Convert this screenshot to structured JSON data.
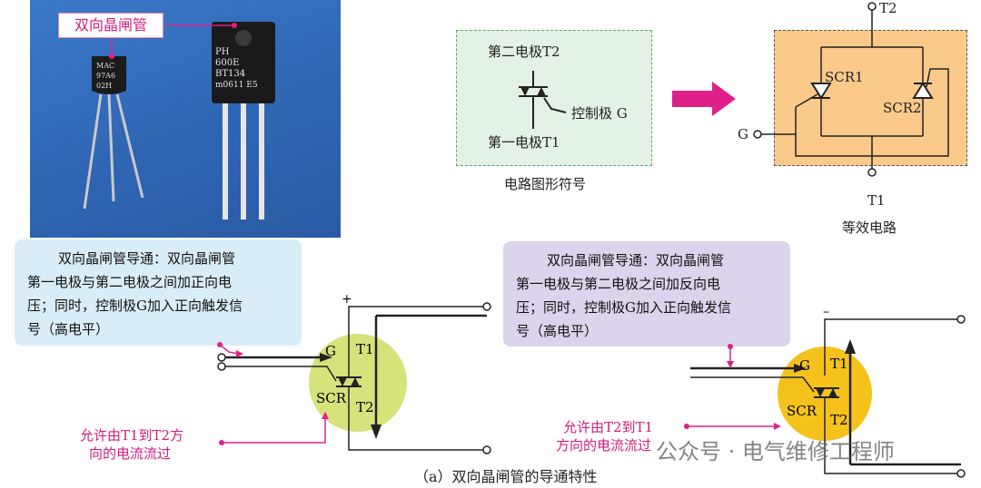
{
  "photo": {
    "tag": "双向晶闸管",
    "small_part_text": [
      "MAC",
      "97A6",
      "02H"
    ],
    "big_part_text": [
      "PH",
      "600E",
      "BT134",
      "m0611 E5"
    ]
  },
  "symbol": {
    "t2_label": "第二电极T2",
    "g_label": "控制极 G",
    "t1_label": "第一电极T1",
    "caption": "电路图形符号"
  },
  "equivalent": {
    "t2": "T2",
    "t1": "T1",
    "g": "G",
    "scr1": "SCR1",
    "scr2": "SCR2",
    "caption": "等效电路"
  },
  "left_panel": {
    "bubble": [
      "双向晶闸管导通：双向晶闸管",
      "第一电极与第二电极之间加正向电",
      "压；同时，控制极G加入正向触发信",
      "号（高电平）"
    ],
    "plus": "+",
    "g": "G",
    "t1": "T1",
    "scr": "SCR",
    "t2": "T2",
    "note": [
      "允许由T1到T2方",
      "向的电流流过"
    ]
  },
  "right_panel": {
    "bubble": [
      "双向晶闸管导通：双向晶闸管",
      "第一电极与第二电极之间加反向电",
      "压；同时，控制极G加入正向触发信",
      "号（高电平）"
    ],
    "minus": "–",
    "g": "G",
    "t1": "T1",
    "scr": "SCR",
    "t2": "T2",
    "note": [
      "允许由T2到T1",
      "方向的电流流过"
    ]
  },
  "caption": "（a）双向晶闸管的导通特性",
  "watermark": "公众号 · 电气维修工程师",
  "colors": {
    "accent": "#e0208a",
    "left_circle": "#d6e27a",
    "right_circle": "#f5c21b",
    "equiv_bg": "#fbc98a",
    "symbol_bg": "#e3f2e4"
  }
}
